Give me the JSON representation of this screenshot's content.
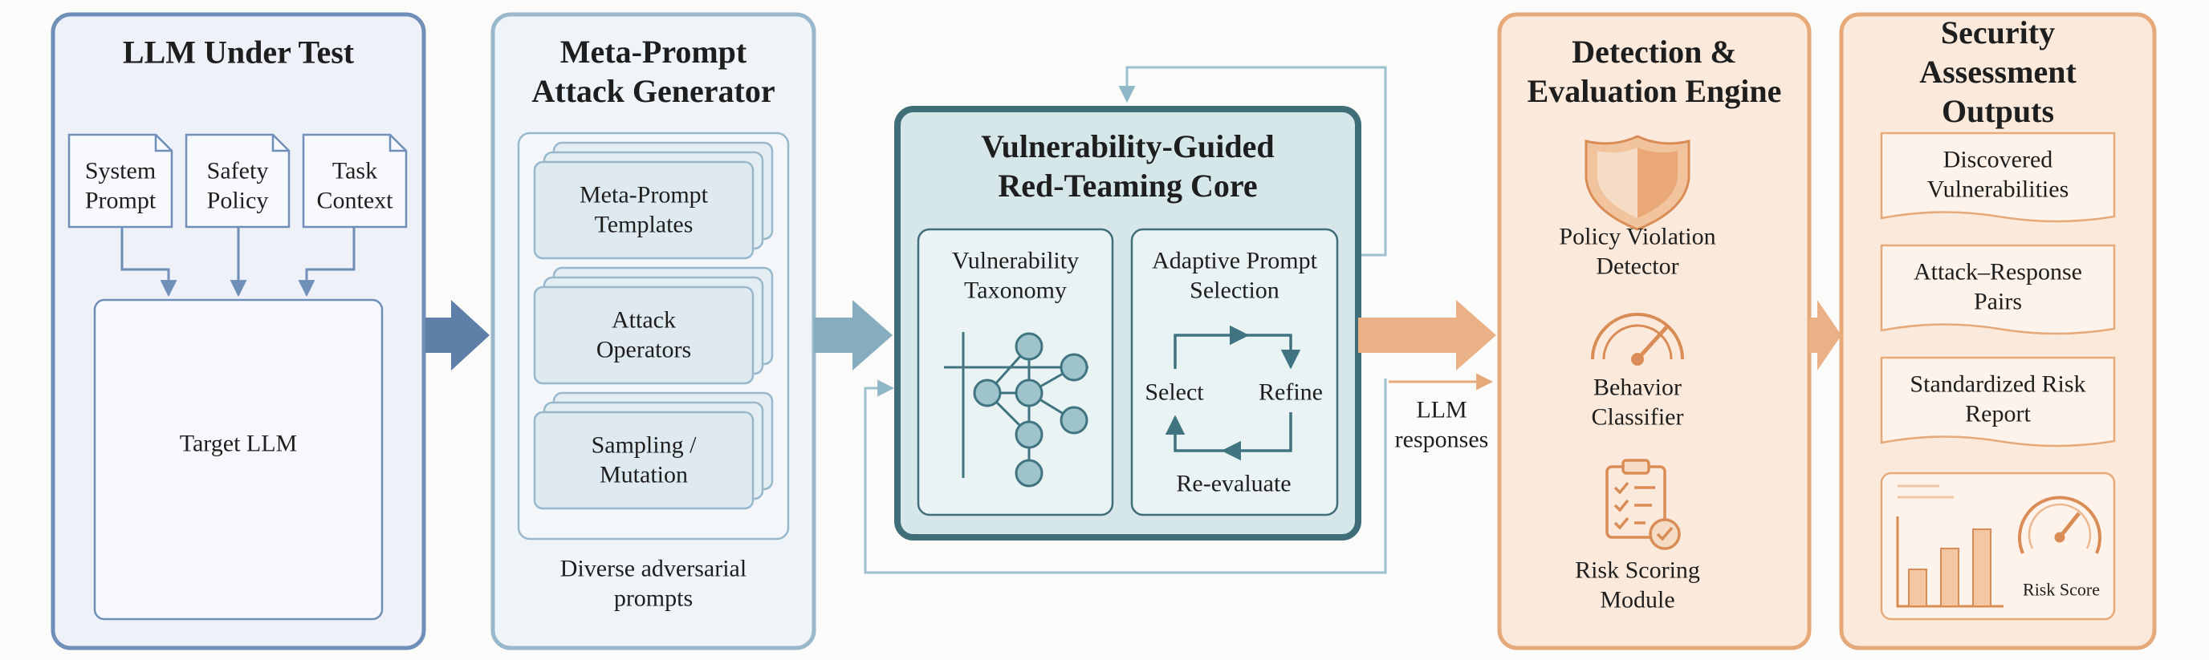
{
  "panels": {
    "llm_under_test": {
      "title": "LLM Under Test",
      "docs": [
        "System\nPrompt",
        "Safety\nPolicy",
        "Task\nContext"
      ],
      "target": "Target LLM"
    },
    "generator": {
      "title": "Meta-Prompt\nAttack Generator",
      "stacks": [
        "Meta-Prompt\nTemplates",
        "Attack\nOperators",
        "Sampling /\nMutation"
      ],
      "caption": "Diverse adversarial\nprompts"
    },
    "core": {
      "title": "Vulnerability-Guided\nRed-Teaming Core",
      "taxonomy": "Vulnerability\nTaxonomy",
      "adaptive": "Adaptive Prompt\nSelection",
      "cycle": {
        "select": "Select",
        "refine": "Refine",
        "reevaluate": "Re-evaluate"
      }
    },
    "llm_responses": "LLM\nresponses",
    "detection": {
      "title": "Detection &\nEvaluation Engine",
      "items": [
        "Policy Violation\nDetector",
        "Behavior\nClassifier",
        "Risk Scoring\nModule"
      ]
    },
    "outputs": {
      "title": "Security Assessment\nOutputs",
      "items": [
        "Discovered\nVulnerabilities",
        "Attack–Response\nPairs",
        "Standardized Risk\nReport"
      ],
      "risk_score_label": "Risk Score"
    }
  },
  "colors": {
    "blue_border": "#6f8fb8",
    "blue_fill": "#eef2f8",
    "teal_border": "#3f6e78",
    "teal_fill": "#d6e7ea",
    "orange_border": "#e6a97a",
    "orange_fill": "#fbeadb",
    "arrow_blue": "#5d7fa8",
    "arrow_teal": "#86adbf",
    "arrow_orange": "#eab086"
  },
  "icons": [
    "document-icon",
    "shield-icon",
    "gauge-icon",
    "clipboard-check-icon",
    "bar-chart-icon",
    "speedometer-icon"
  ]
}
